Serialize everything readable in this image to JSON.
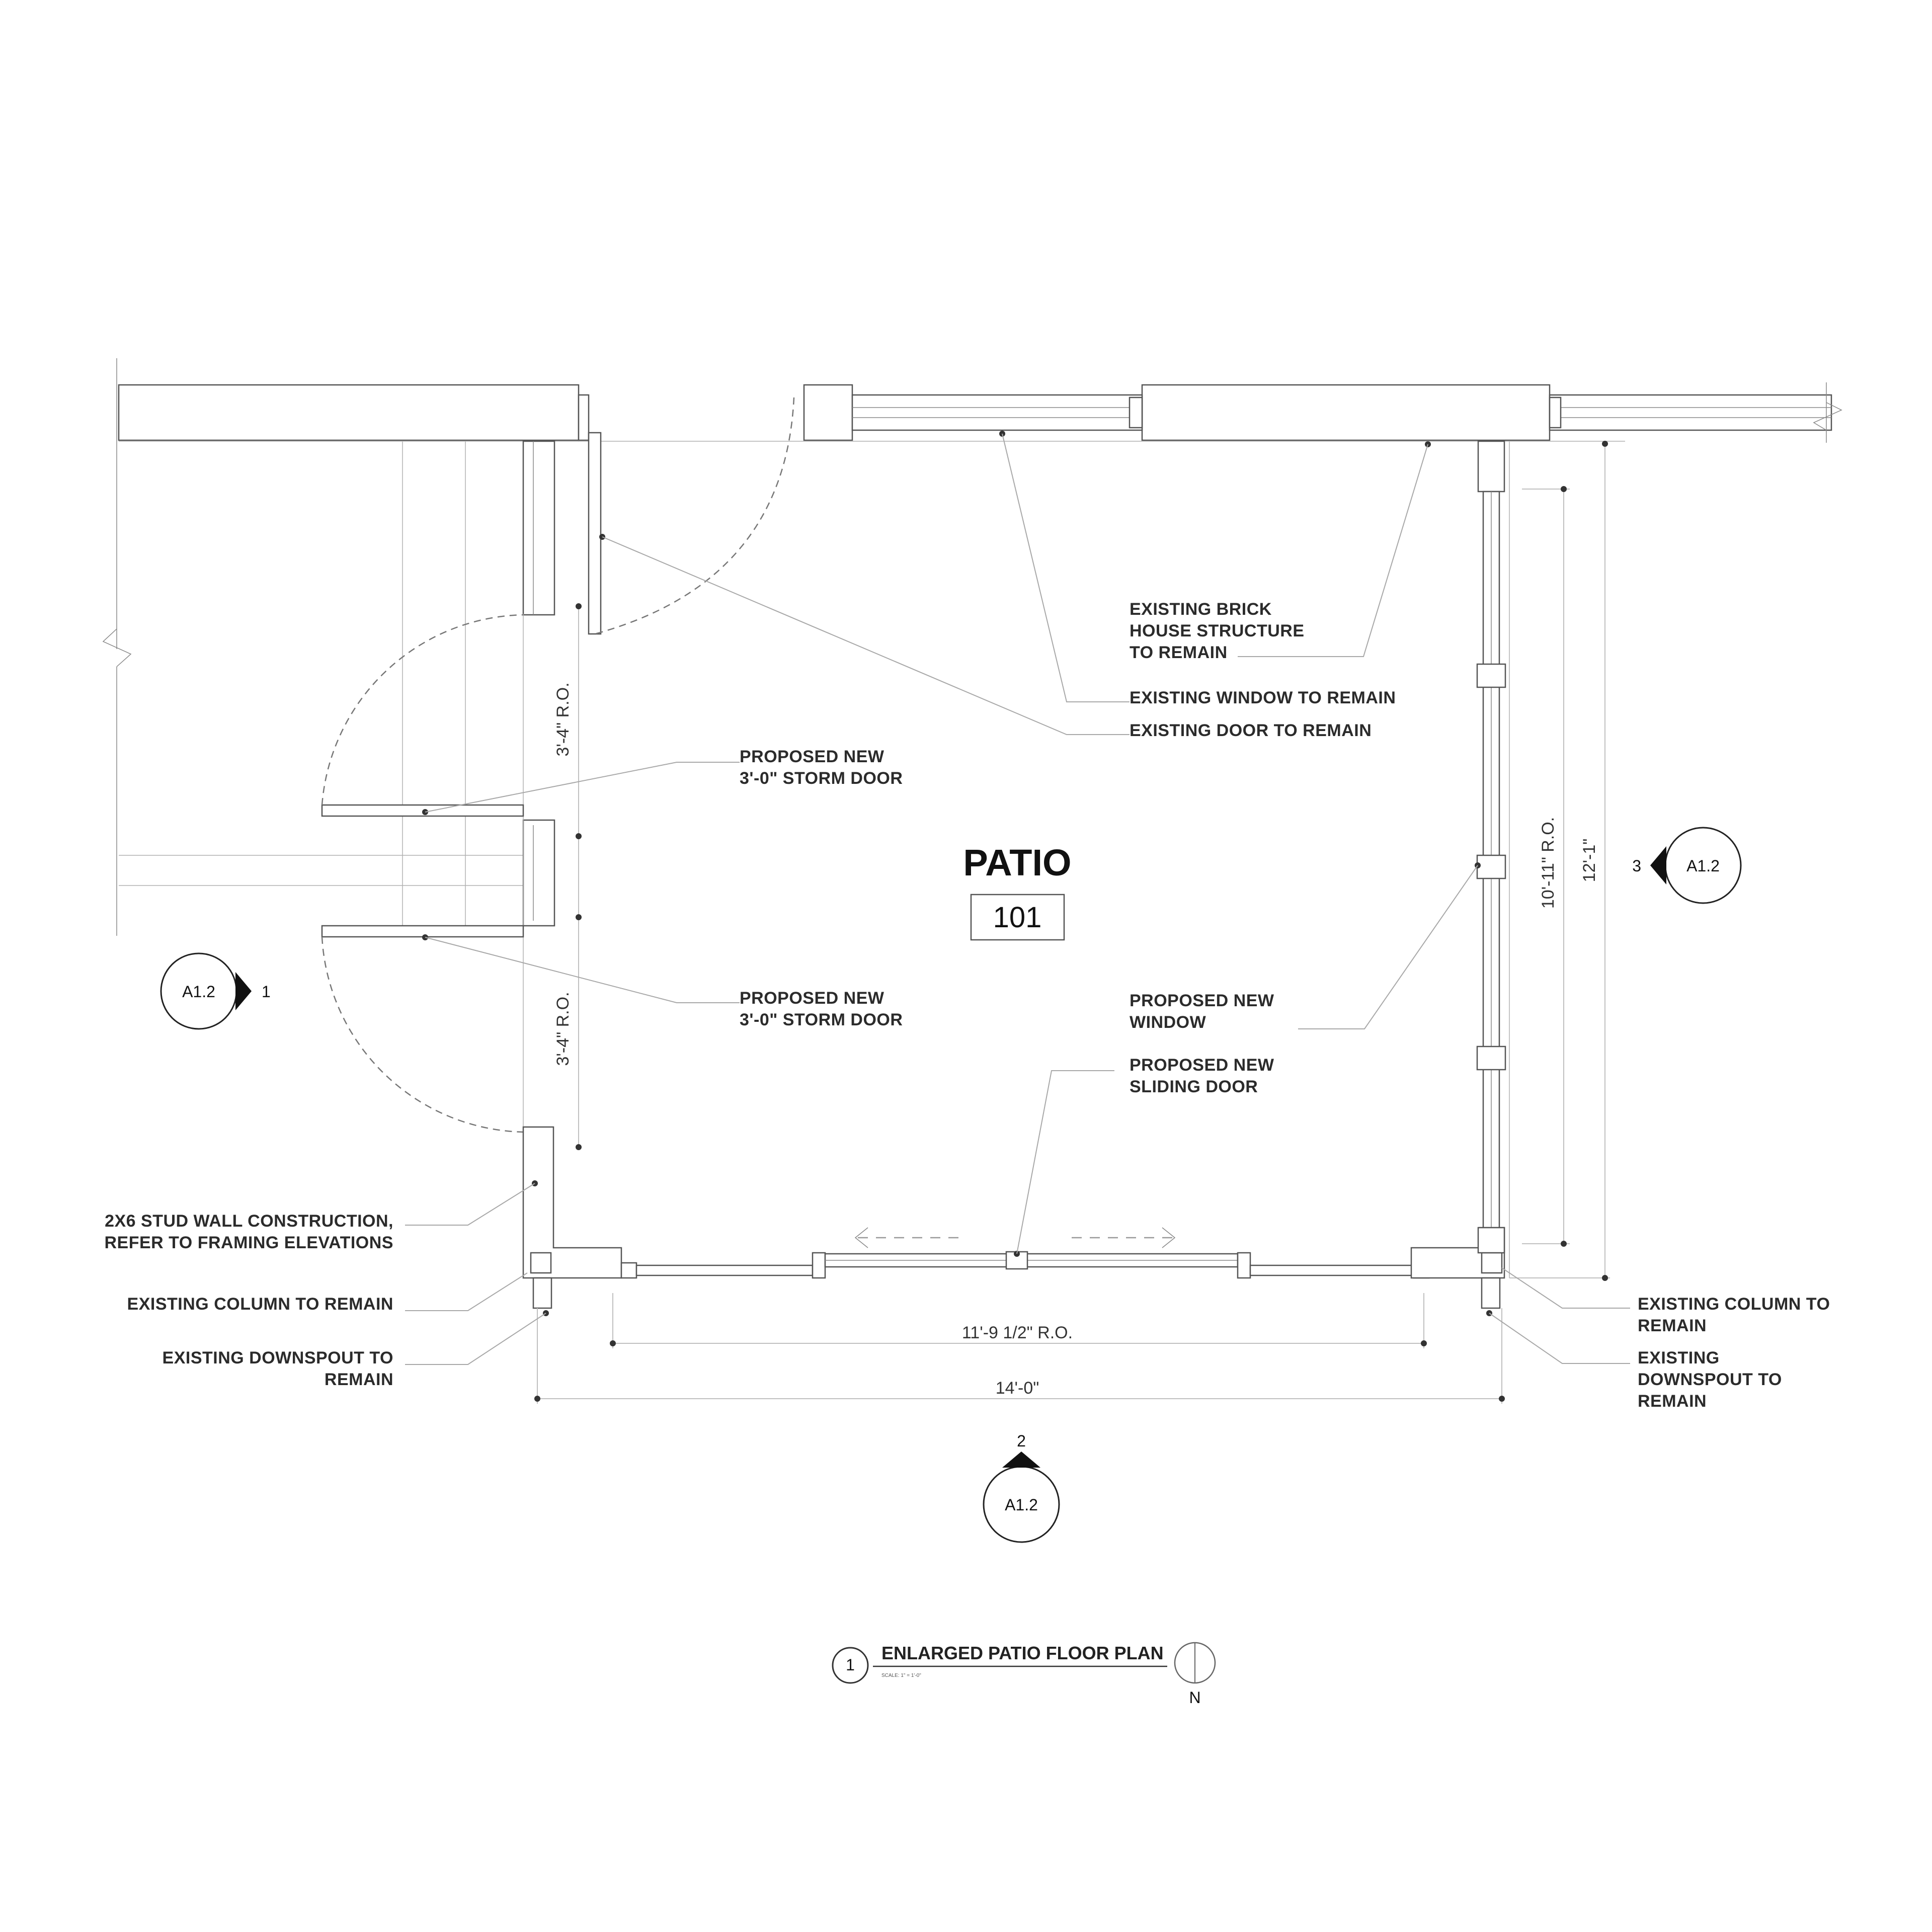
{
  "room": {
    "name": "PATIO",
    "number": "101"
  },
  "notes": {
    "brick_1": "EXISTING BRICK",
    "brick_2": "HOUSE STRUCTURE",
    "brick_3": "TO REMAIN",
    "existing_window": "EXISTING WINDOW TO REMAIN",
    "existing_door": "EXISTING DOOR TO REMAIN",
    "storm_door_top_1": "PROPOSED NEW",
    "storm_door_top_2": "3'-0\" STORM DOOR",
    "storm_door_bottom_1": "PROPOSED NEW",
    "storm_door_bottom_2": "3'-0\" STORM DOOR",
    "new_window_1": "PROPOSED NEW",
    "new_window_2": "WINDOW",
    "sliding_door_1": "PROPOSED NEW",
    "sliding_door_2": "SLIDING DOOR",
    "stud_wall_1": "2X6 STUD WALL CONSTRUCTION,",
    "stud_wall_2": "REFER TO FRAMING ELEVATIONS",
    "column_left": "EXISTING COLUMN TO REMAIN",
    "downspout_left_1": "EXISTING DOWNSPOUT TO",
    "downspout_left_2": "REMAIN",
    "column_right_1": "EXISTING COLUMN TO",
    "column_right_2": "REMAIN",
    "downspout_right_1": "EXISTING",
    "downspout_right_2": "DOWNSPOUT TO",
    "downspout_right_3": "REMAIN"
  },
  "dimensions": {
    "ro_top": "3'-4\" R.O.",
    "ro_bottom": "3'-4\" R.O.",
    "window_ro": "10'-11\" R.O.",
    "overall_height": "12'-1\"",
    "door_ro": "11'-9 1/2\" R.O.",
    "overall_width": "14'-0\""
  },
  "section_markers": {
    "left": {
      "sheet": "A1.2",
      "number": "1"
    },
    "right": {
      "sheet": "A1.2",
      "number": "3"
    },
    "bottom": {
      "sheet": "A1.2",
      "number": "2"
    }
  },
  "title_block": {
    "number": "1",
    "title": "ENLARGED PATIO FLOOR PLAN",
    "scale": "SCALE: 1\" = 1'-0\"",
    "north": "N"
  }
}
